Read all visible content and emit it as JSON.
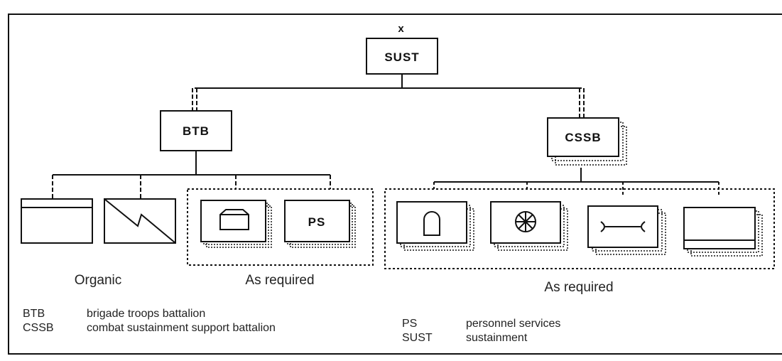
{
  "units": {
    "hq": {
      "label": "SUST",
      "echelon_mark": "x"
    },
    "btb": {
      "label": "BTB"
    },
    "cssb": {
      "label": "CSSB"
    },
    "ps": {
      "label": "PS"
    }
  },
  "captions": {
    "btb_organic": "Organic",
    "btb_as_required": "As required",
    "cssb_as_required": "As required"
  },
  "legend": [
    {
      "abbr": "BTB",
      "text": "brigade troops battalion"
    },
    {
      "abbr": "CSSB",
      "text": "combat sustainment support battalion"
    },
    {
      "abbr": "PS",
      "text": "personnel services"
    },
    {
      "abbr": "SUST",
      "text": "sustainment"
    }
  ],
  "icons": {
    "btb_organic": [
      "headquarters-band-icon",
      "signal-icon"
    ],
    "btb_as_required": [
      "envelope-icon",
      "ps-label"
    ],
    "cssb_as_required": [
      "arch-icon",
      "medical-wheel-icon",
      "maintenance-wrench-icon",
      "supply-icon"
    ]
  },
  "colors": {
    "line": "#111111",
    "background": "#ffffff"
  }
}
